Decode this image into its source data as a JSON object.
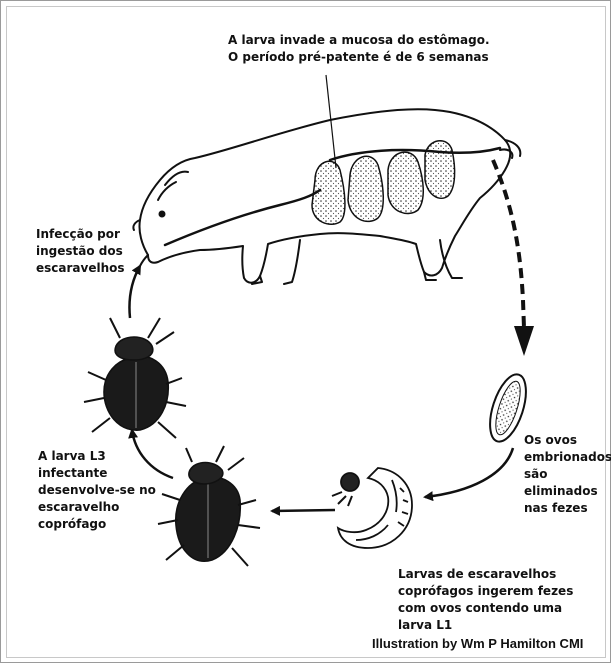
{
  "labels": {
    "stomach": "A larva invade a mucosa do estômago.\nO período pré-patente é de 6 semanas",
    "infection": "Infecção por\ningestão dos\nescaravelhos",
    "eggs": "Os ovos\nembrionados\nsão\neliminados\nnas fezes",
    "l3": "A larva L3\ninfectante\ndesenvolve-se no\nescaravelho\ncoprófago",
    "beetle_larvae": "Larvas de escaravelhos\ncoprófagos ingerem fezes\ncom ovos contendo uma\nlarva L1"
  },
  "credit": "Illustration by Wm P Hamilton CMI"
}
